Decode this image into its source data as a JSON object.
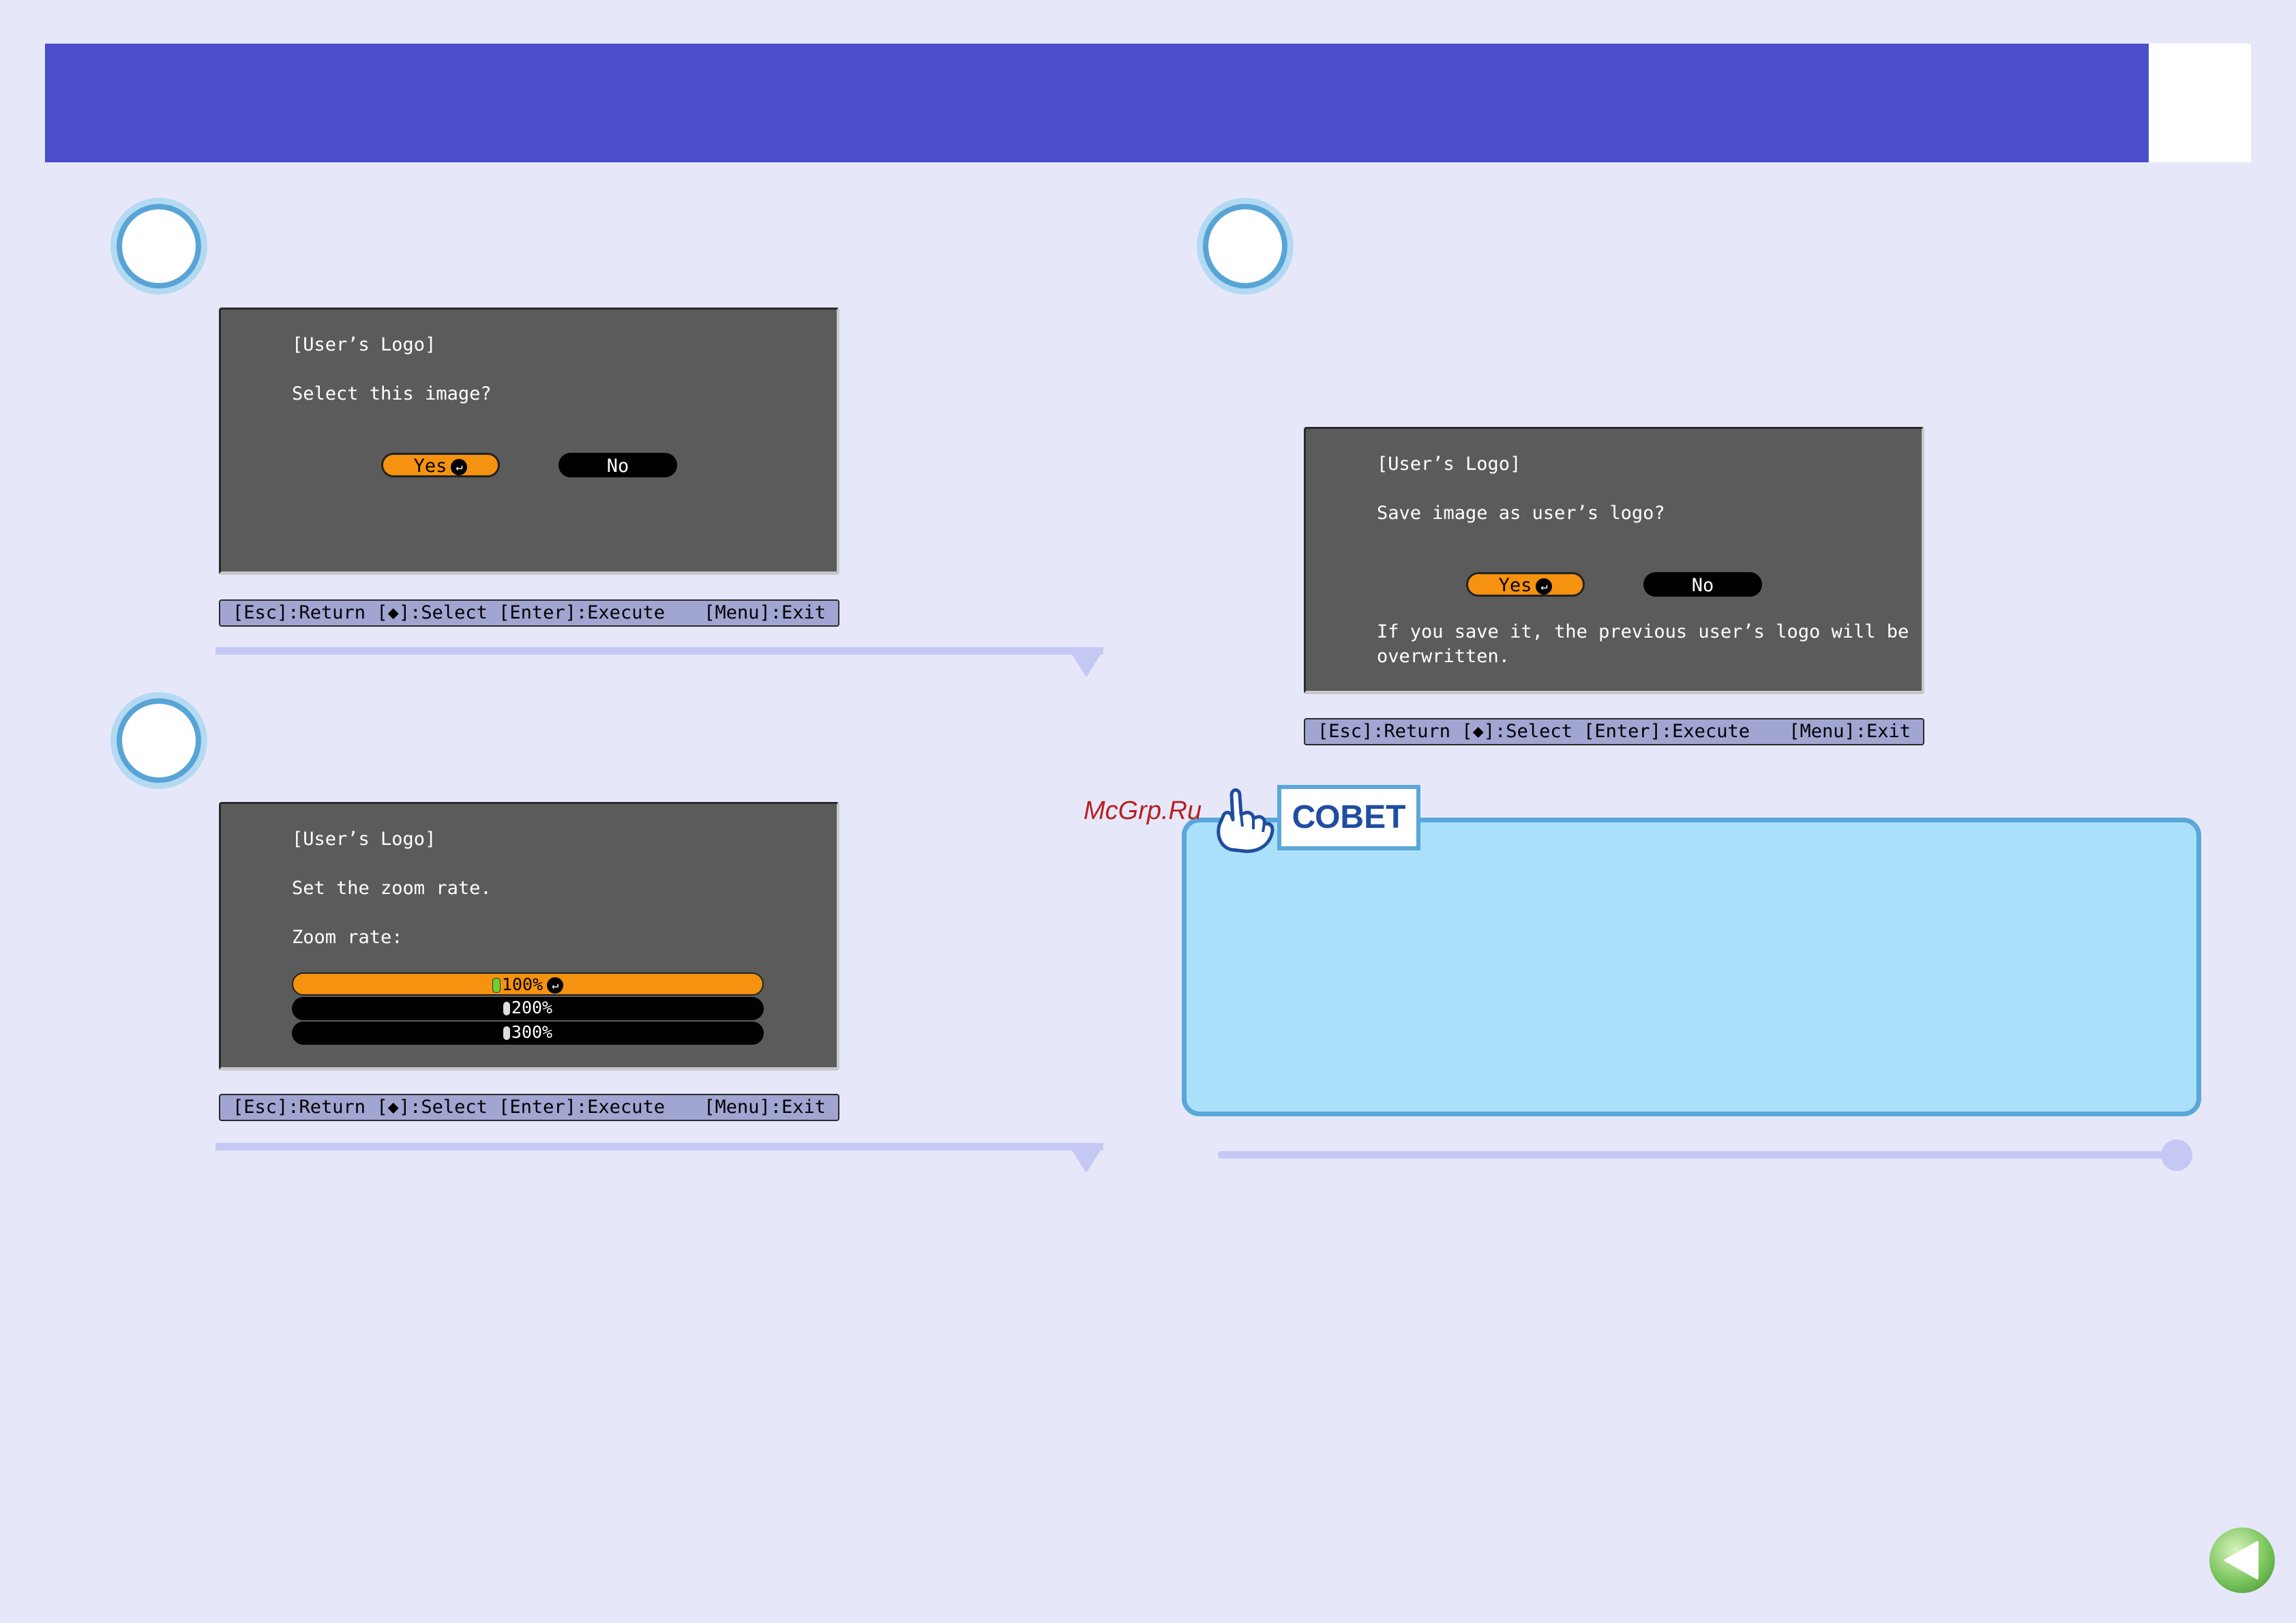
{
  "dialogs": {
    "select_image": {
      "title": "[User’s Logo]",
      "message": "Select this image?",
      "yes_label": "Yes",
      "no_label": "No"
    },
    "zoom_rate": {
      "title": "[User’s Logo]",
      "message": "Set the zoom rate.",
      "prompt": "Zoom rate:",
      "options": [
        "100%",
        "200%",
        "300%"
      ],
      "selected_option": "100%"
    },
    "save_logo": {
      "title": "[User’s Logo]",
      "message": "Save image as user’s logo?",
      "yes_label": "Yes",
      "no_label": "No",
      "warning_line1": "If you save it, the previous user’s logo will be",
      "warning_line2": "overwritten."
    }
  },
  "help_bar": {
    "left": "[Esc]:Return [◆]:Select [Enter]:Execute",
    "right": "[Menu]:Exit"
  },
  "tip": {
    "label": "СОВЕТ",
    "watermark": "McGrp.Ru"
  },
  "colors": {
    "page_bg": "#e6e8fa",
    "header": "#4b4ecb",
    "dialog_bg": "#5b5b5b",
    "button_selected": "#f59210",
    "help_bar": "#a1a5d2",
    "tip_bg": "#abe0fa",
    "tip_border": "#5aa7d9"
  },
  "icons": {
    "enter": "enter-return-icon",
    "pointing_hand": "pointing-hand-icon",
    "back": "back-arrow-icon"
  }
}
